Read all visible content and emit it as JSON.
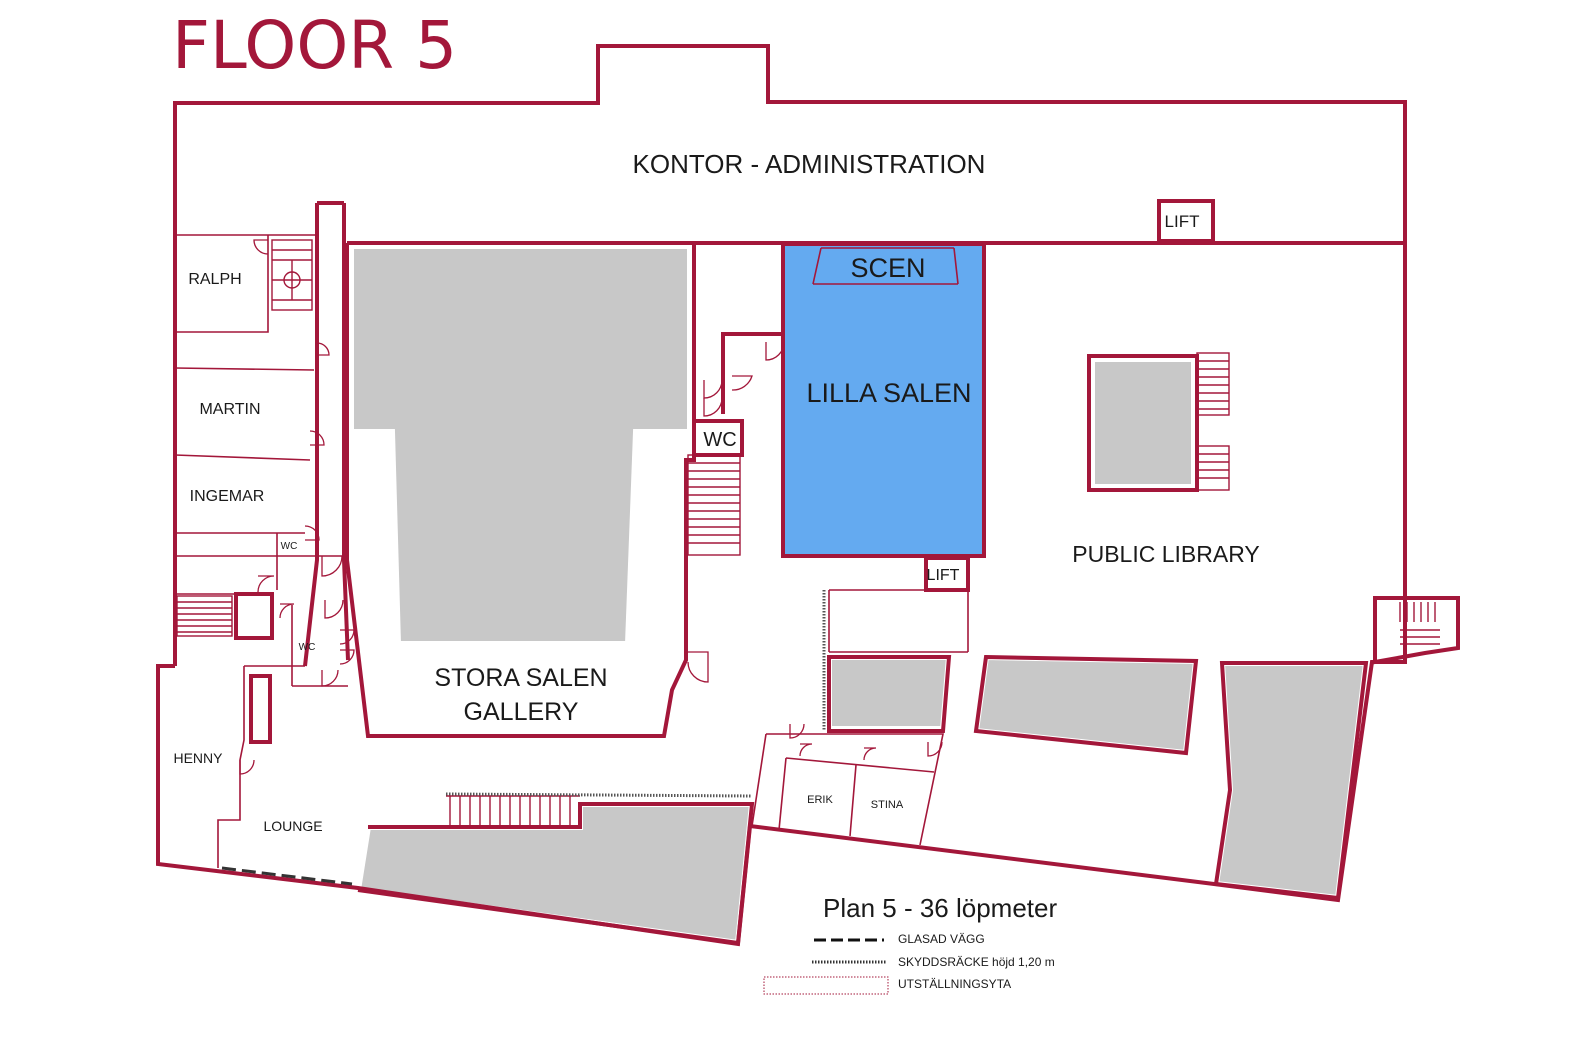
{
  "title": "FLOOR 5",
  "colors": {
    "wall": "#a3173a",
    "hall_fill": "#c8c8c8",
    "lilla_salen_highlight": "#64aaf0",
    "background": "#ffffff"
  },
  "rooms": {
    "kontor": "KONTOR - ADMINISTRATION",
    "lift_top": "LIFT",
    "lift_mid": "LIFT",
    "scen": "SCEN",
    "lilla_salen": "LILLA SALEN",
    "public_library": "PUBLIC LIBRARY",
    "ralph": "RALPH",
    "martin": "MARTIN",
    "ingemar": "INGEMAR",
    "wc_large": "WC",
    "wc_small_1": "WC",
    "wc_small_2": "WC",
    "stora_salen_1": "STORA SALEN",
    "stora_salen_2": "GALLERY",
    "henny": "HENNY",
    "lounge": "LOUNGE",
    "erik": "ERIK",
    "stina": "STINA"
  },
  "legend": {
    "heading": "Plan 5 - 36 löpmeter",
    "items": [
      {
        "symbol": "dashed-line",
        "label": "GLASAD VÄGG"
      },
      {
        "symbol": "dotted-line",
        "label": "SKYDDSRÄCKE höjd 1,20 m"
      },
      {
        "symbol": "dotted-box",
        "label": "UTSTÄLLNINGSYTA"
      }
    ]
  }
}
